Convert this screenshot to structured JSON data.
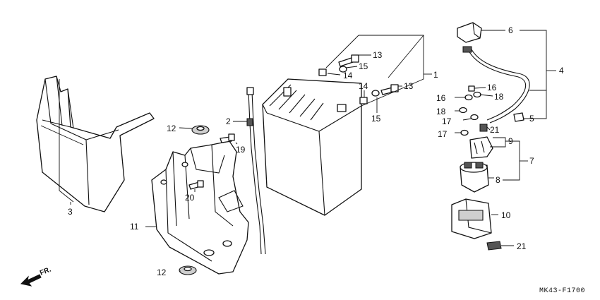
{
  "labels": {
    "l1": "1",
    "l2": "2",
    "l3": "3",
    "l4": "4",
    "l5": "5",
    "l6": "6",
    "l7": "7",
    "l8": "8",
    "l9": "9",
    "l10": "10",
    "l11": "11",
    "l12a": "12",
    "l12b": "12",
    "l13a": "13",
    "l13b": "13",
    "l14a": "14",
    "l14b": "14",
    "l15a": "15",
    "l15b": "15",
    "l16a": "16",
    "l16b": "16",
    "l17a": "17",
    "l17b": "17",
    "l18a": "18",
    "l18b": "18",
    "l19": "19",
    "l20": "20",
    "l21a": "21",
    "l21b": "21"
  },
  "front_indicator": "FR.",
  "diagram_code": "MK43-F1700"
}
